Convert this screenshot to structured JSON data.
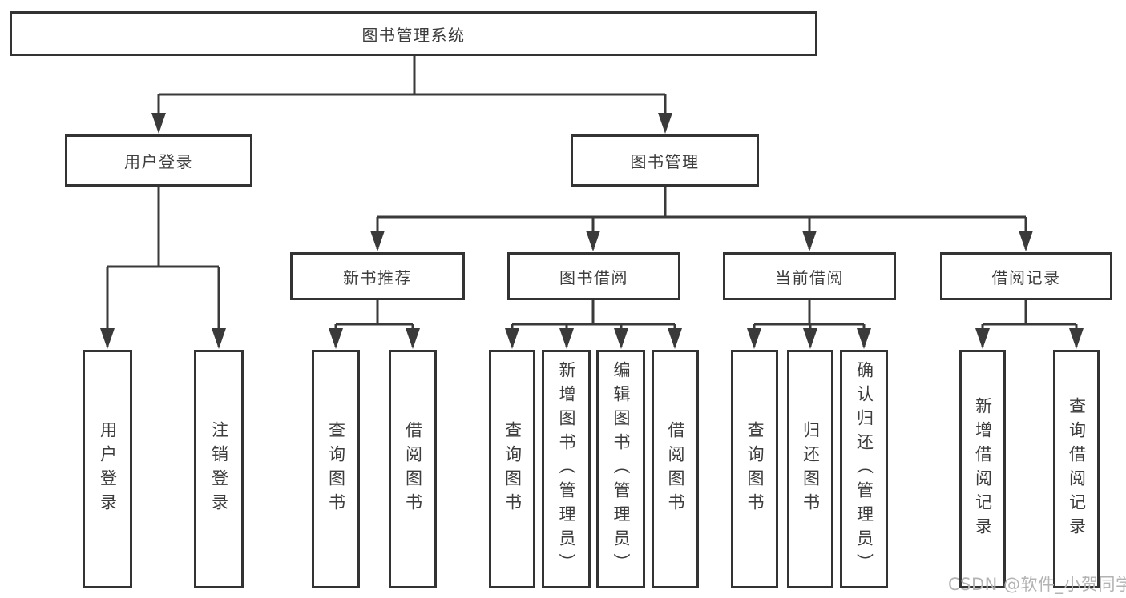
{
  "diagram_title": "图书管理系统",
  "colors": {
    "background": "#ffffff",
    "line": "#3a3a3a",
    "box_border": "#333333",
    "text": "#3d3d3d",
    "watermark": "#b3b3b3"
  },
  "nodes": {
    "root": {
      "label": "图书管理系统"
    },
    "user_login": {
      "label": "用户登录"
    },
    "book_management": {
      "label": "图书管理"
    },
    "new_book_recommend": {
      "label": "新书推荐"
    },
    "book_borrowing": {
      "label": "图书借阅"
    },
    "current_borrowing": {
      "label": "当前借阅"
    },
    "borrowing_records": {
      "label": "借阅记录"
    },
    "ul_user_login": {
      "label": "用户登录"
    },
    "ul_logout": {
      "label": "注销登录"
    },
    "nb_query_books": {
      "label": "查询图书"
    },
    "nb_borrow_books": {
      "label": "借阅图书"
    },
    "bb_query_books": {
      "label": "查询图书"
    },
    "bb_add_books": {
      "label": "新增图书（管理员）"
    },
    "bb_edit_books": {
      "label": "编辑图书（管理员）"
    },
    "bb_borrow_books": {
      "label": "借阅图书"
    },
    "cb_query_books": {
      "label": "查询图书"
    },
    "cb_return_books": {
      "label": "归还图书"
    },
    "cb_confirm_return": {
      "label": "确认归还（管理员）"
    },
    "br_add_record": {
      "label": "新增借阅记录"
    },
    "br_query_record": {
      "label": "查询借阅记录"
    }
  },
  "watermark": {
    "text": "CSDN @软件_小贺同学"
  }
}
